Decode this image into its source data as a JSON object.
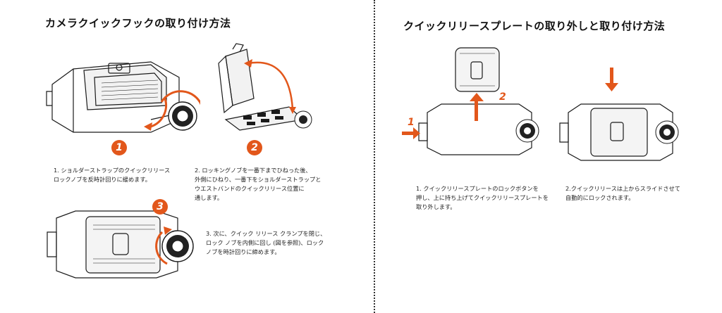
{
  "left": {
    "title": "カメラクイックフックの取り付け方法",
    "steps": [
      {
        "badge": "1",
        "text": "1. ショルダーストラップのクイックリリース\nロックノブを反時計回りに緩めます。"
      },
      {
        "badge": "2",
        "text": "2. ロッキングノブを一番下までひねった後、\n外側にひねり、一番下をショルダーストラップと\nウエストバンドのクイックリリース位置に\n通します。"
      },
      {
        "badge": "3",
        "text": "3. 次に、クイック リリース クランプを閉じ、\nロック ノブを内側に回し (図を参照)、ロック\nノブを時計回りに締めます。"
      }
    ]
  },
  "right": {
    "title": "クイックリリースプレートの取り外しと取り付け方法",
    "arrow_labels": [
      "1",
      "2"
    ],
    "steps": [
      {
        "text": "1. クイックリリースプレートのロックボタンを\n押し、上に持ち上げてクイックリリースプレートを\n取り外します。"
      },
      {
        "text": "2.クイックリリースは上からスライドさせて\n自動的にロックされます。"
      }
    ]
  },
  "colors": {
    "accent": "#e2571b",
    "line": "#1a1a1a"
  }
}
